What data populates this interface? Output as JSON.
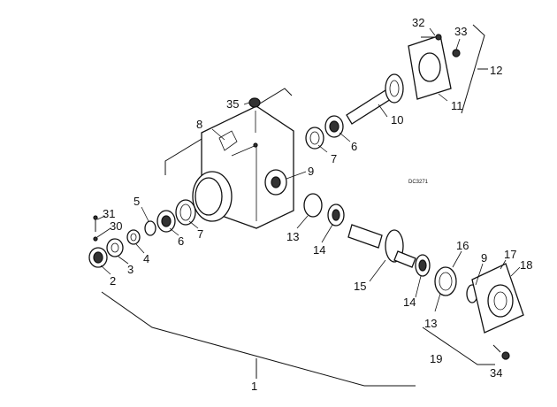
{
  "drawing_code": "DC3271",
  "callouts": {
    "c1": "1",
    "c2": "2",
    "c3": "3",
    "c4": "4",
    "c5": "5",
    "c6a": "6",
    "c6b": "6",
    "c7a": "7",
    "c7b": "7",
    "c8": "8",
    "c9a": "9",
    "c9b": "9",
    "c10": "10",
    "c11": "11",
    "c12": "12",
    "c13a": "13",
    "c13b": "13",
    "c14a": "14",
    "c14b": "14",
    "c15": "15",
    "c16": "16",
    "c17": "17",
    "c18": "18",
    "c19": "19",
    "c30": "30",
    "c31": "31",
    "c32": "32",
    "c33": "33",
    "c34": "34",
    "c35": "35"
  }
}
